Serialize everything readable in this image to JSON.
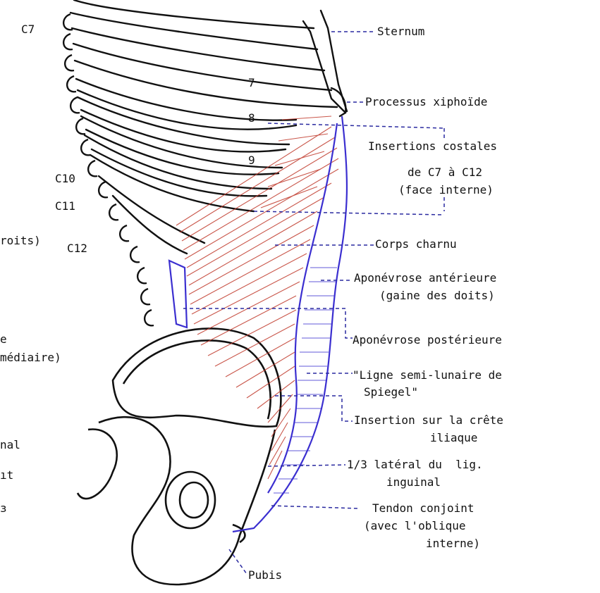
{
  "vertebra_labels": {
    "c7": "C7",
    "c10": "C10",
    "c11": "C11",
    "c12": "C12"
  },
  "rib_numbers": {
    "r7": "7",
    "r8": "8",
    "r9": "9"
  },
  "left_fragments": {
    "roits": "roits)",
    "e": "e",
    "mediaire": "médiaire)",
    "nal": "nal",
    "nt": "ıt",
    "s": "ɜ"
  },
  "labels": {
    "sternum": "Sternum",
    "xiphoide": "Processus xiphoïde",
    "insertions_1": "Insertions costales",
    "insertions_2": "de C7 à C12",
    "insertions_3": "(face interne)",
    "corps": "Corps charnu",
    "apo_ant_1": "Aponévrose antérieure",
    "apo_ant_2": "(gaine des doits)",
    "apo_post": "Aponévrose postérieure",
    "spiegel_1": "\"Ligne semi-lunaire de",
    "spiegel_2": "Spiegel\"",
    "crete_1": "Insertion sur la crête",
    "crete_2": "iliaque",
    "lig_1": "1/3 latéral du  lig.",
    "lig_2": "inguinal",
    "tendon_1": "Tendon conjoint",
    "tendon_2": "(avec l'oblique",
    "tendon_3": "interne)",
    "pubis": "Pubis"
  },
  "colors": {
    "outline": "#111111",
    "muscle": "#c0392b",
    "aponeurosis": "#3b2fd0",
    "leader": "#2a2aa0"
  }
}
